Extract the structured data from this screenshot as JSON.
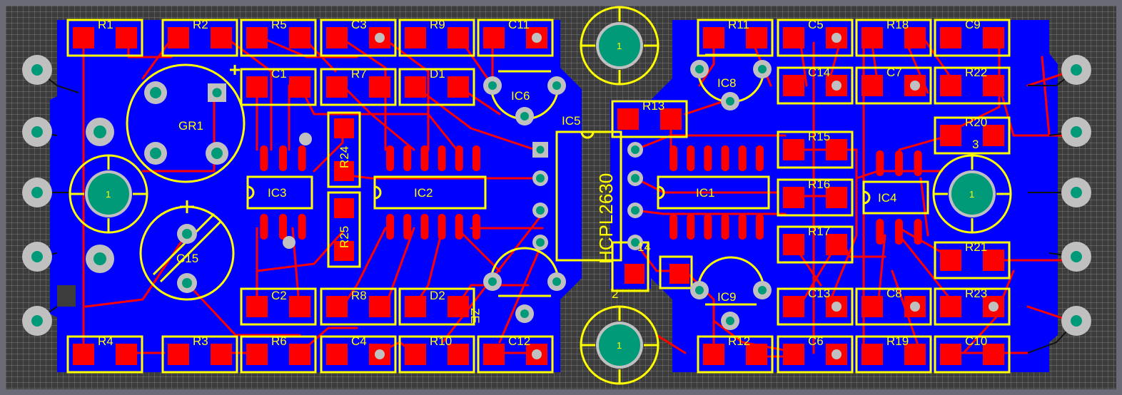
{
  "board": {
    "colors": {
      "frame": "#6b6b78",
      "board": "#3c3c3c",
      "grid": "#8a8a8a",
      "copper_bottom": "#0000ff",
      "trace_top": "#ff0000",
      "silkscreen": "#ffff00",
      "pad_smd": "#ff0000",
      "via_ring": "#c0c0c0",
      "hole": "#009a78"
    },
    "labels": {
      "R1": "R1",
      "R2": "R2",
      "R5": "R5",
      "C3": "C3",
      "R9": "R9",
      "C11": "C11",
      "C1": "C1",
      "R7": "R7",
      "D1": "D1",
      "IC6": "IC6",
      "GR1": "GR1",
      "R24": "R24",
      "R25": "R25",
      "IC3": "IC3",
      "IC2": "IC2",
      "IC5": "IC5",
      "C15": "C15",
      "C2": "C2",
      "R8": "R8",
      "D2": "D2",
      "R4": "R4",
      "R3": "R3",
      "R6": "R6",
      "C4": "C4",
      "R10": "R10",
      "C12": "C12",
      "R11": "R11",
      "C5": "C5",
      "R18": "R18",
      "C9": "C9",
      "IC8": "IC8",
      "C14": "C14",
      "C7": "C7",
      "R22": "R22",
      "R13": "R13",
      "R15": "R15",
      "R20": "R20",
      "IC1": "IC1",
      "R16": "R16",
      "IC4": "IC4",
      "R17": "R17",
      "R21": "R21",
      "IC9": "IC9",
      "C13": "C13",
      "C8": "C8",
      "R23": "R23",
      "R12": "R12",
      "C6": "C6",
      "R19": "R19",
      "C10": "C10",
      "HCPL": "HCPL2630",
      "pin14": "14",
      "pin2": "2",
      "pin3": "3",
      "D2_marker": "ZE",
      "hole_1": "1"
    }
  }
}
